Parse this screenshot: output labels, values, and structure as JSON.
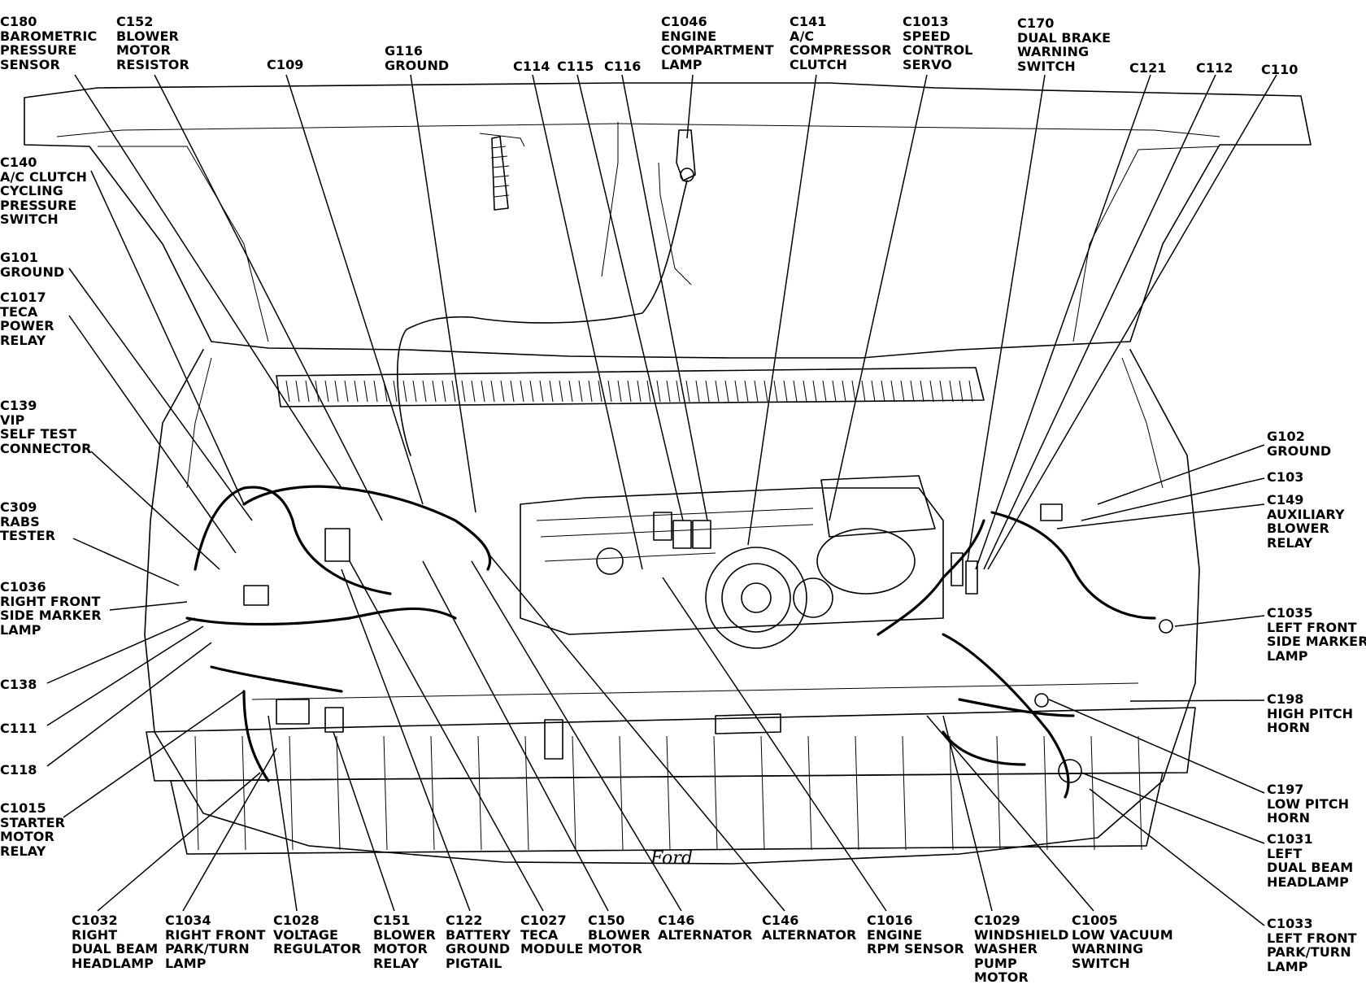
{
  "diagram": {
    "brand_script": "Ford",
    "labels": [
      {
        "id": "c180",
        "text": "C180\nBAROMETRIC\nPRESSURE\nSENSOR"
      },
      {
        "id": "c152",
        "text": "C152\nBLOWER\nMOTOR\nRESISTOR"
      },
      {
        "id": "c109",
        "text": "C109"
      },
      {
        "id": "g116",
        "text": "G116\nGROUND"
      },
      {
        "id": "c114",
        "text": "C114"
      },
      {
        "id": "c115",
        "text": "C115"
      },
      {
        "id": "c116_top",
        "text": "C116"
      },
      {
        "id": "c1046",
        "text": "C1046\nENGINE\nCOMPARTMENT\nLAMP"
      },
      {
        "id": "c141",
        "text": "C141\nA/C\nCOMPRESSOR\nCLUTCH"
      },
      {
        "id": "c1013",
        "text": "C1013\nSPEED\nCONTROL\nSERVO"
      },
      {
        "id": "c170",
        "text": "C170\nDUAL BRAKE\nWARNING\nSWITCH"
      },
      {
        "id": "c121",
        "text": "C121"
      },
      {
        "id": "c112",
        "text": "C112"
      },
      {
        "id": "c110",
        "text": "C110"
      },
      {
        "id": "c140",
        "text": "C140\nA/C CLUTCH\nCYCLING\nPRESSURE\nSWITCH"
      },
      {
        "id": "g101",
        "text": "G101\nGROUND"
      },
      {
        "id": "c1017",
        "text": "C1017\nTECA\nPOWER\nRELAY"
      },
      {
        "id": "c139",
        "text": "C139\nVIP\nSELF TEST\nCONNECTOR"
      },
      {
        "id": "c309",
        "text": "C309\nRABS\nTESTER"
      },
      {
        "id": "c1036",
        "text": "C1036\nRIGHT FRONT\nSIDE MARKER\nLAMP"
      },
      {
        "id": "c138",
        "text": "C138"
      },
      {
        "id": "c111",
        "text": "C111"
      },
      {
        "id": "c118",
        "text": "C118"
      },
      {
        "id": "c1015",
        "text": "C1015\nSTARTER\nMOTOR\nRELAY"
      },
      {
        "id": "g102",
        "text": "G102\nGROUND"
      },
      {
        "id": "c103",
        "text": "C103"
      },
      {
        "id": "c149",
        "text": "C149\nAUXILIARY\nBLOWER\nRELAY"
      },
      {
        "id": "c1035",
        "text": "C1035\nLEFT FRONT\nSIDE MARKER\nLAMP"
      },
      {
        "id": "c198",
        "text": "C198\nHIGH PITCH\nHORN"
      },
      {
        "id": "c197",
        "text": "C197\nLOW PITCH\nHORN"
      },
      {
        "id": "c1031",
        "text": "C1031\nLEFT\nDUAL BEAM\nHEADLAMP"
      },
      {
        "id": "c1033",
        "text": "C1033\nLEFT FRONT\nPARK/TURN\nLAMP"
      },
      {
        "id": "c1032",
        "text": "C1032\nRIGHT\nDUAL BEAM\nHEADLAMP"
      },
      {
        "id": "c1034",
        "text": "C1034\nRIGHT FRONT\nPARK/TURN\nLAMP"
      },
      {
        "id": "c1028",
        "text": "C1028\nVOLTAGE\nREGULATOR"
      },
      {
        "id": "c151",
        "text": "C151\nBLOWER\nMOTOR\nRELAY"
      },
      {
        "id": "c122",
        "text": "C122\nBATTERY\nGROUND\nPIGTAIL"
      },
      {
        "id": "c1027",
        "text": "C1027\nTECA\nMODULE"
      },
      {
        "id": "c150",
        "text": "C150\nBLOWER\nMOTOR"
      },
      {
        "id": "c146a",
        "text": "C146\nALTERNATOR"
      },
      {
        "id": "c146b",
        "text": "C146\nALTERNATOR"
      },
      {
        "id": "c1016",
        "text": "C1016\nENGINE\nRPM SENSOR"
      },
      {
        "id": "c1029",
        "text": "C1029\nWINDSHIELD\nWASHER\nPUMP\nMOTOR"
      },
      {
        "id": "c1005",
        "text": "C1005\nLOW VACUUM\nWARNING\nSWITCH"
      }
    ]
  }
}
